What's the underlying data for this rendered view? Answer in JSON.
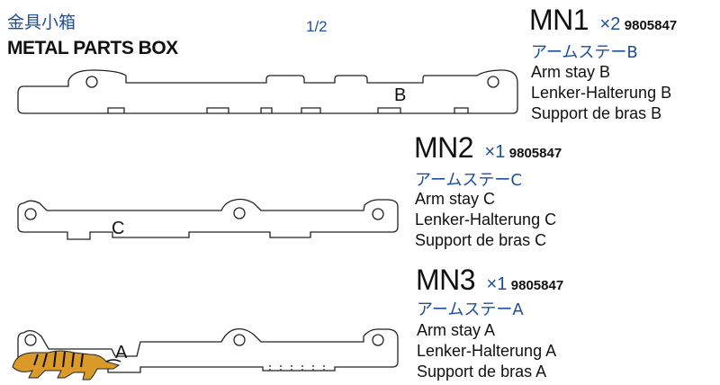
{
  "header": {
    "jp_title": "金具小箱",
    "en_title": "METAL PARTS BOX",
    "page": "1/2"
  },
  "parts": [
    {
      "code": "MN1",
      "qty": "×2",
      "part_no": "9805847",
      "jp_name": "アームステーB",
      "names": [
        "Arm stay B",
        "Lenker-Halterung B",
        "Support de bras B"
      ],
      "diagram_label": "B"
    },
    {
      "code": "MN2",
      "qty": "×1",
      "part_no": "9805847",
      "jp_name": "アームステーC",
      "names": [
        "Arm stay C",
        "Lenker-Halterung C",
        "Support de bras C"
      ],
      "diagram_label": "C"
    },
    {
      "code": "MN3",
      "qty": "×1",
      "part_no": "9805847",
      "jp_name": "アームステーA",
      "names": [
        "Arm stay A",
        "Lenker-Halterung A",
        "Support de bras A"
      ],
      "diagram_label": "A"
    }
  ]
}
